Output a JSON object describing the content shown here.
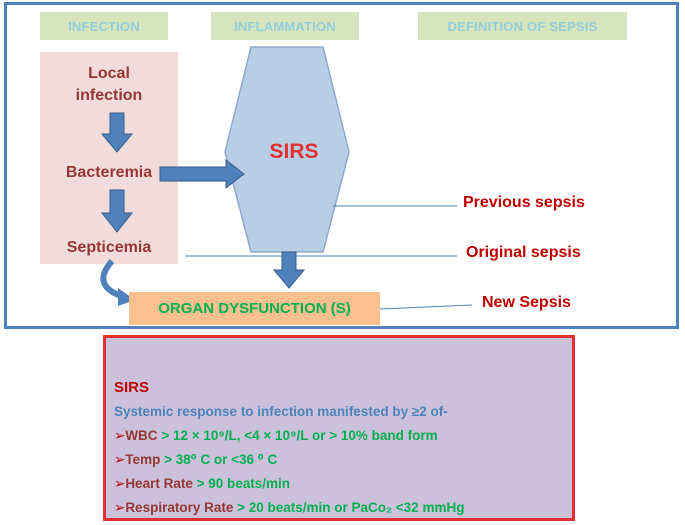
{
  "headers": {
    "infection": "INFECTION",
    "inflammation": "INFLAMMATION",
    "definition": "DEFINITION OF SEPSIS"
  },
  "infection_stages": {
    "local_line1": "Local",
    "local_line2": "infection",
    "bacteremia": "Bacteremia",
    "septicemia": "Septicemia"
  },
  "sirs_shape_label": "SIRS",
  "organ_dysfunction": "ORGAN DYSFUNCTION (S)",
  "sepsis_definitions": {
    "previous": "Previous sepsis",
    "original": "Original sepsis",
    "new": "New Sepsis"
  },
  "sirs_criteria": {
    "title": "SIRS",
    "intro": "Systemic response to infection manifested by ≥2 of-",
    "bullet": "➢",
    "items": [
      {
        "key": "WBC",
        "value": " > 12 × 10⁹/L, <4 × 10⁹/L or  > 10% band form"
      },
      {
        "key": "Temp",
        "value": " > 38⁰ C or <36 ⁰ C"
      },
      {
        "key": "Heart Rate",
        "value": " > 90 beats/min"
      },
      {
        "key": "Respiratory Rate",
        "value": " > 20 beats/min or PaCo₂  <32 mmHg"
      }
    ]
  },
  "colors": {
    "frame_border": "#4f81bd",
    "header_bg": "#d7e4bd",
    "header_text": "#92cddc",
    "infection_panel_bg": "#f2dcdb",
    "stage_text": "#953735",
    "arrow_fill": "#4f81bd",
    "hexagon_fill": "#b9cde5",
    "sirs_text": "#e03030",
    "sepsis_label_text": "#c00000",
    "organ_bg": "#fac090",
    "organ_text": "#00b050",
    "criteria_bg": "#ccc1da",
    "criteria_border": "#e03030",
    "intro_text": "#4f81bd"
  }
}
